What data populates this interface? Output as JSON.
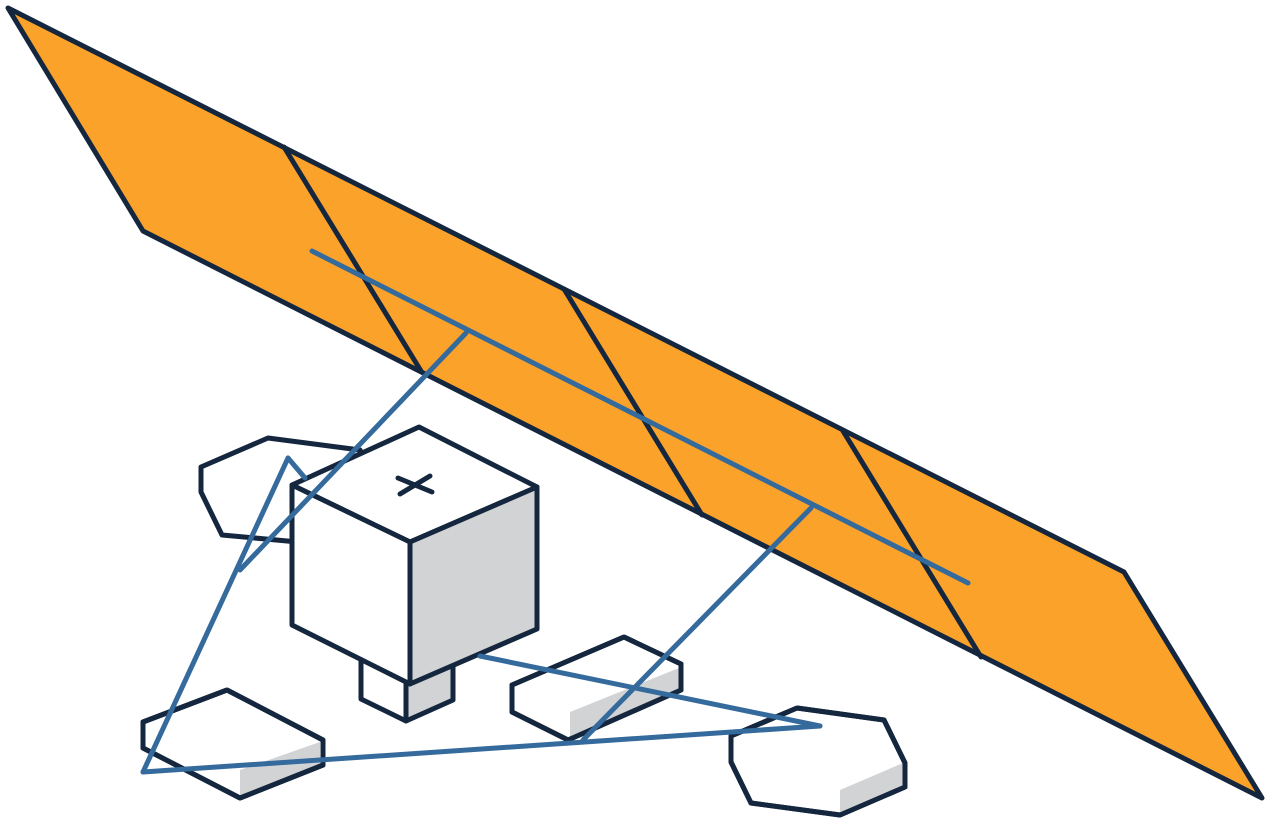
{
  "colors": {
    "background": "#ffffff",
    "outline": "#14273f",
    "panel_fill": "#fba22a",
    "link_line": "#346a9c",
    "shade": "#d2d3d5",
    "face": "#ffffff"
  },
  "icons": {
    "center_mark": "x-mark-icon"
  },
  "scene": {
    "panel_segment_count": 4,
    "hexagon_count": 4,
    "cube_count": 1,
    "link_count": 6
  }
}
